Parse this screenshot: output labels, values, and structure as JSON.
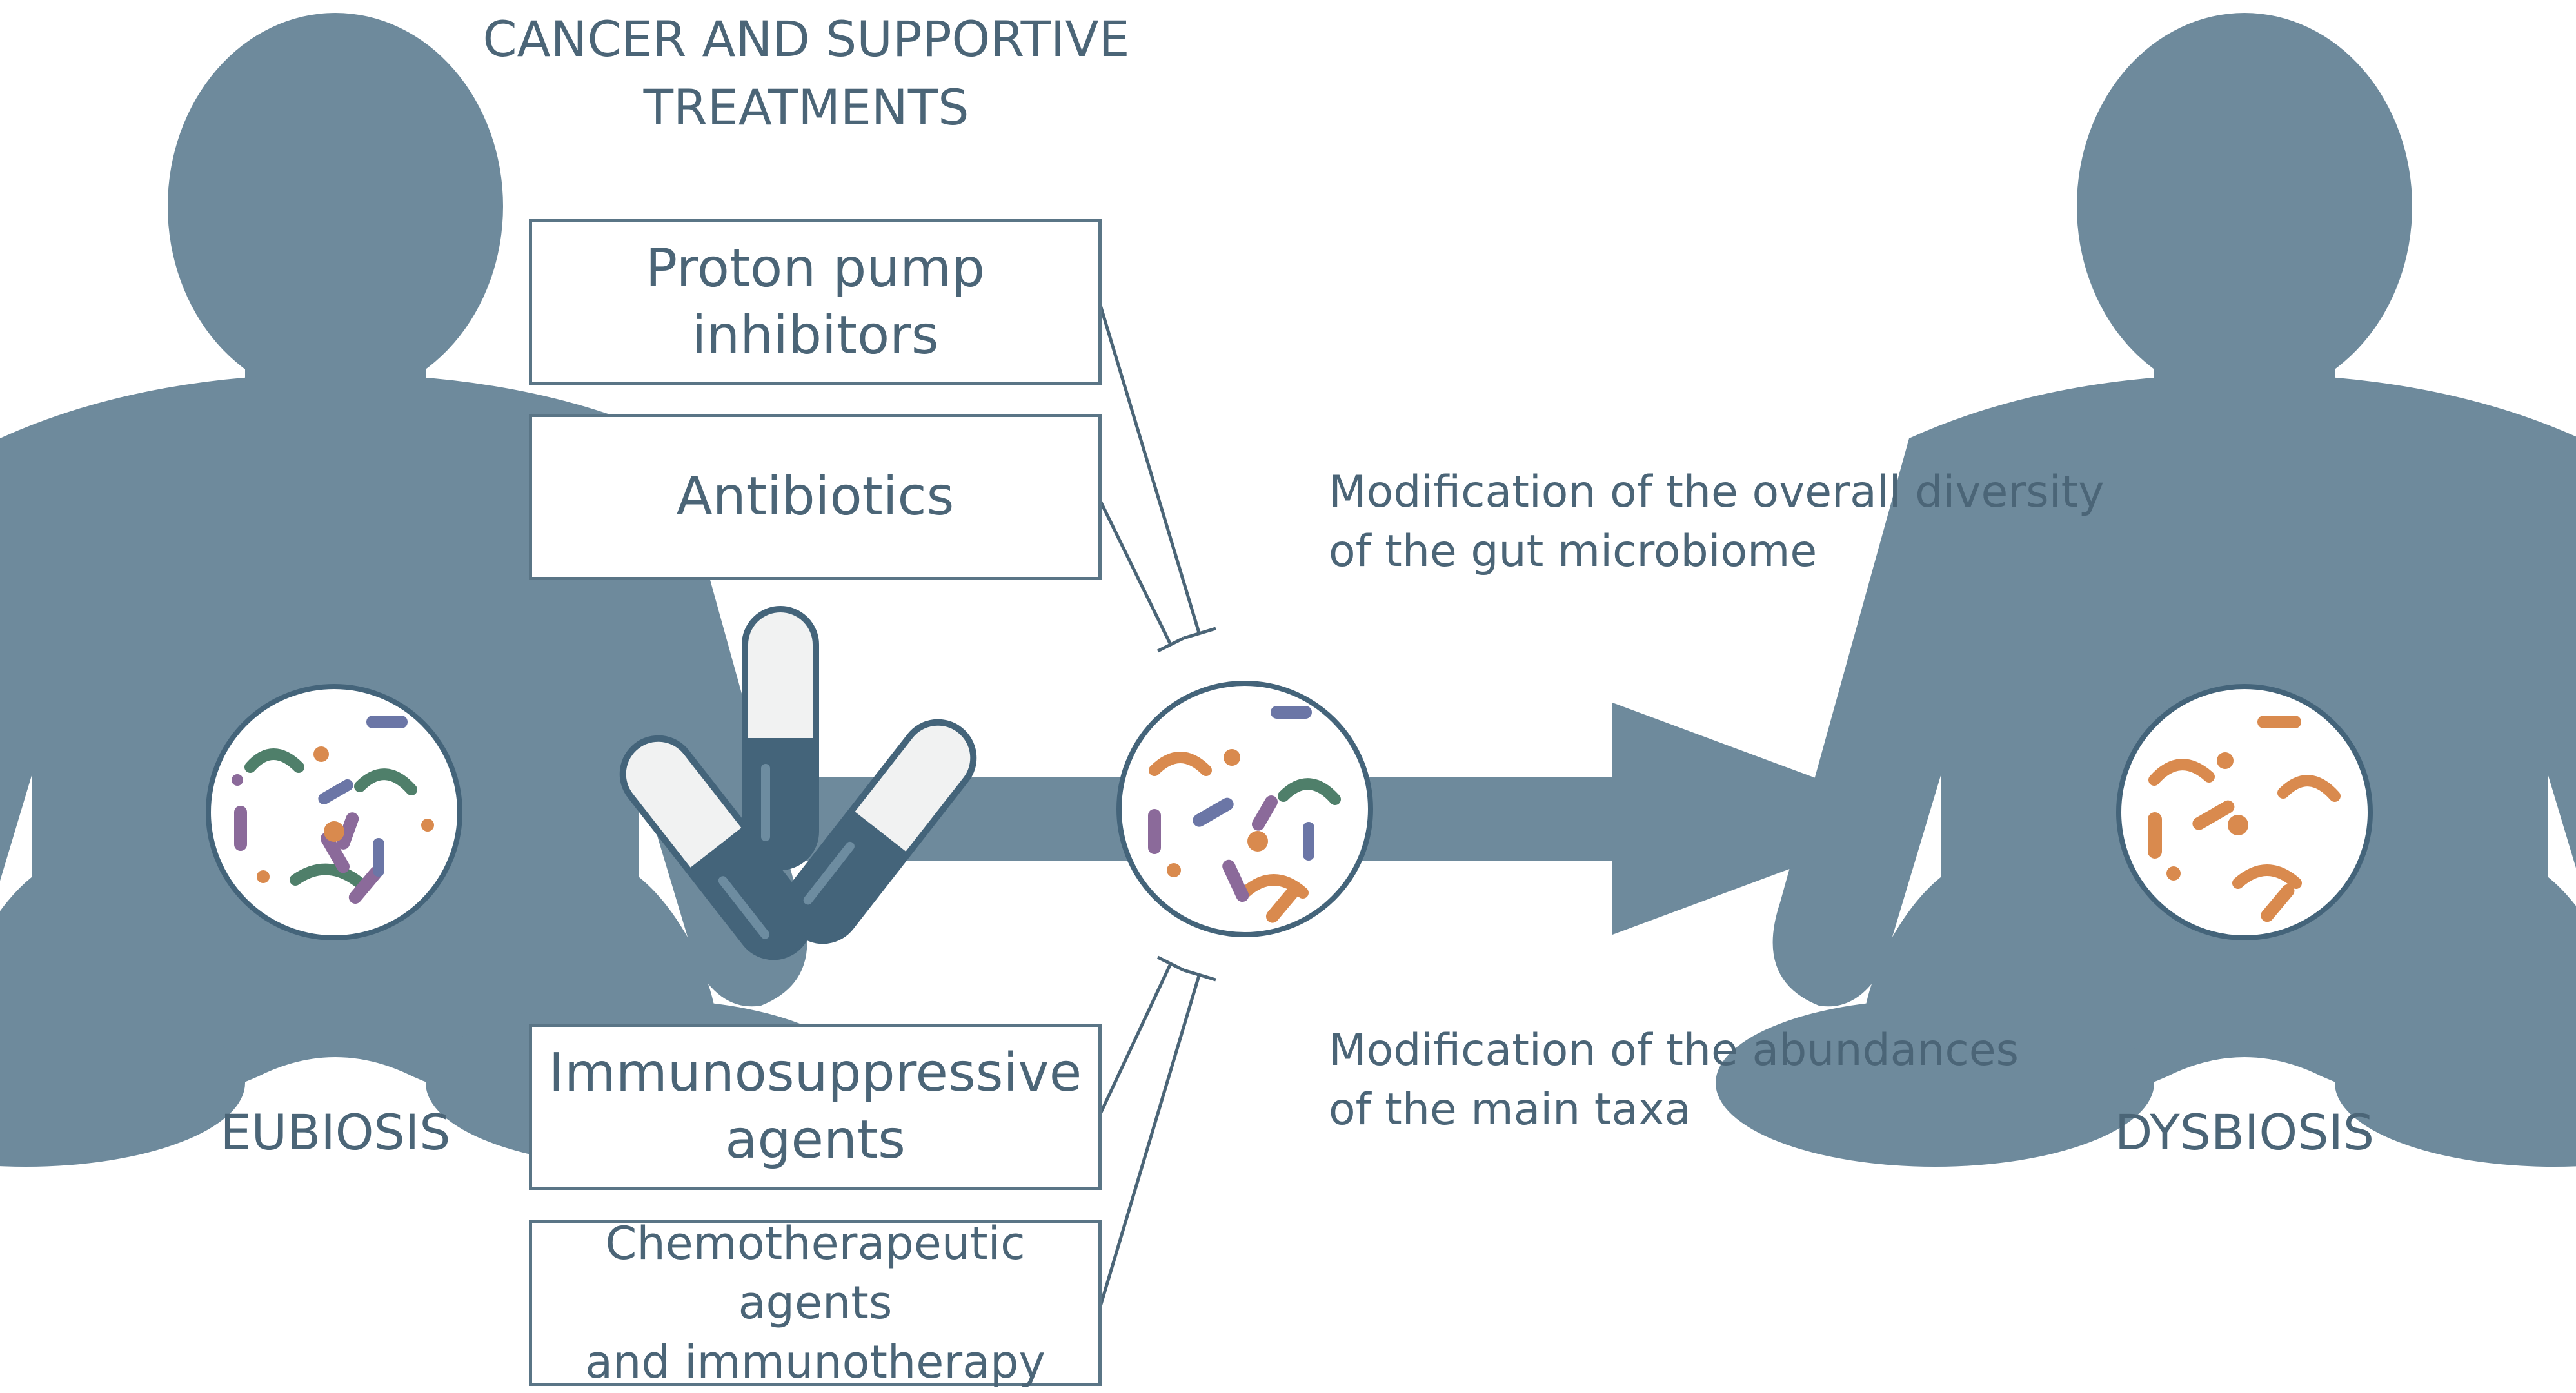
{
  "heading": {
    "line1": "CANCER AND SUPPORTIVE",
    "line2": "TREATMENTS"
  },
  "treatments": [
    {
      "line1": "Proton pump",
      "line2": "inhibitors"
    },
    {
      "line1": "Antibiotics",
      "line2": ""
    },
    {
      "line1": "Immunosuppressive",
      "line2": "agents"
    },
    {
      "line1": "Chemotherapeutic agents",
      "line2": "and immunotherapy"
    }
  ],
  "effects": [
    {
      "line1": "Modification of the overall diversity",
      "line2": "of the gut microbiome"
    },
    {
      "line1": "Modification of the abundances",
      "line2": "of the main taxa"
    }
  ],
  "states": {
    "left": "EUBIOSIS",
    "right": "DYSBIOSIS"
  },
  "colors": {
    "silhouette": "#6e8a9c",
    "arrow": "#6e8a9c",
    "box_border": "#5a7586",
    "text": "#4b6577",
    "capsule_dark": "#44647a",
    "capsule_light": "#f1f2f2",
    "microbe_green": "#4f7f6a",
    "microbe_purple": "#8b6a9a",
    "microbe_blue": "#6b76a6",
    "microbe_orange": "#d98a4e"
  }
}
